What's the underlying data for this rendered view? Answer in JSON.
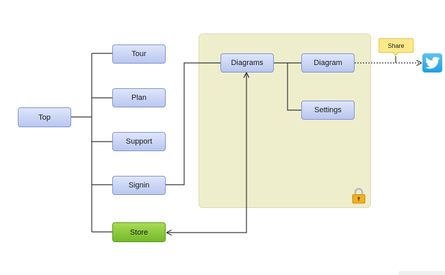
{
  "diagram": {
    "nodes": {
      "top": "Top",
      "tour": "Tour",
      "plan": "Plan",
      "support": "Support",
      "signin": "Signin",
      "store": "Store",
      "diagrams": "Diagrams",
      "diagram": "Diagram",
      "settings": "Settings"
    },
    "callout": "Share",
    "icons": {
      "share_target": "twitter-bird-icon",
      "secure_zone": "padlock-icon"
    },
    "colors": {
      "node_fill": "#c9d4f4",
      "node_border": "#7f95cf",
      "store_fill": "#8cc83d",
      "zone_fill": "#eeeecd",
      "callout_fill": "#fde98a",
      "twitter_blue": "#1d9fe0",
      "lock_gold": "#f2b01e"
    }
  }
}
